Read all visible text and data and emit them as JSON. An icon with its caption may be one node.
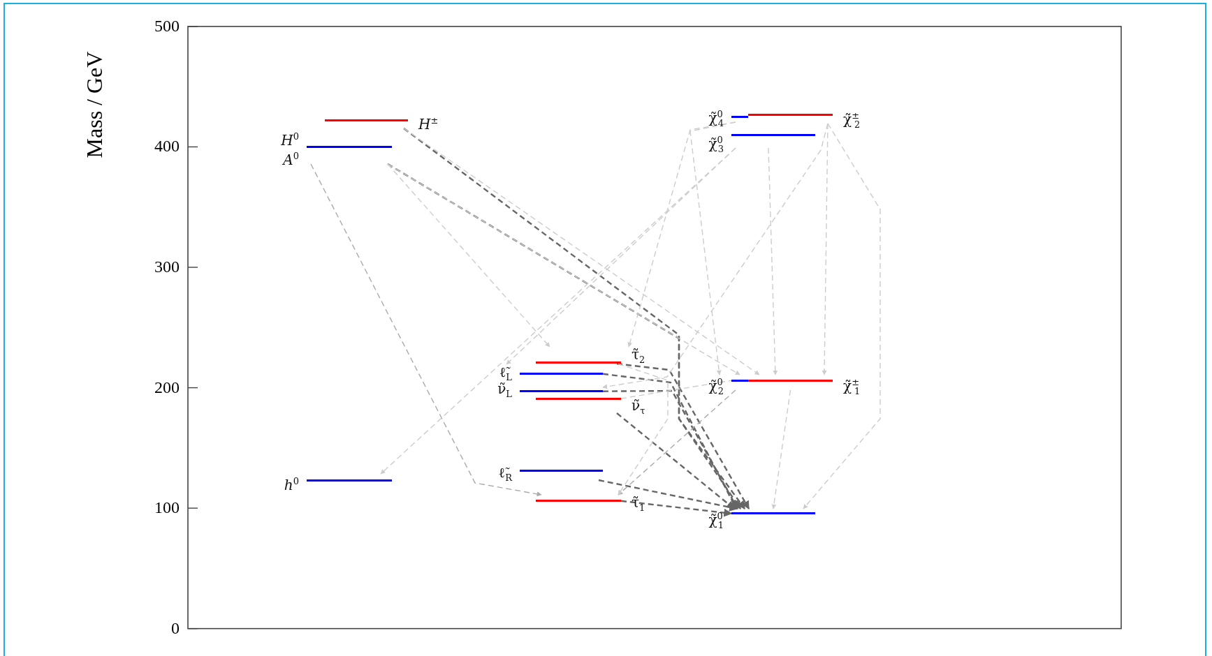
{
  "diagram": {
    "nodes": [
      {
        "text": [
          "*H*$^{±}$"
        ]
      },
      {
        "text": [
          "*H*$^{0}$",
          "*A*$^{0}$"
        ]
      },
      {
        "text": [
          "*h*$^{0}$"
        ]
      },
      {
        "text": [
          "τ̃$_{2}$"
        ]
      },
      {
        "text": [
          "ℓ̃$_{L}$"
        ]
      },
      {
        "text": [
          "ν̃$_{L}$"
        ]
      },
      {
        "text": [
          "ν̃$_{τ}$"
        ]
      },
      {
        "text": [
          "ℓ̃$_{R}$"
        ]
      },
      {
        "text": [
          "τ̃$_{1}$"
        ]
      },
      {
        "text": [
          "χ̃$^{0}$$_{4}$"
        ]
      },
      {
        "text": [
          "χ̃$^{±}$$_{2}$"
        ]
      },
      {
        "text": [
          "χ̃$^{0}$$_{3}$"
        ]
      },
      {
        "text": [
          "χ̃$^{0}$$_{2}$"
        ]
      },
      {
        "text": [
          "χ̃$^{±}$$_{1}$"
        ]
      },
      {
        "text": [
          "χ̃$^{0}$$_{1}$"
        ]
      }
    ],
    "edges": [
      {
        "from": 0,
        "to": 14,
        "arrow": "to",
        "style": "dashed",
        "color": "#666666"
      },
      {
        "from": 1,
        "to": 14,
        "arrow": "to",
        "style": "dashed",
        "color": "#666666"
      },
      {
        "from": 3,
        "to": 14,
        "arrow": "to",
        "style": "dashed",
        "color": "#666666"
      },
      {
        "from": 4,
        "to": 14,
        "arrow": "to",
        "style": "dashed",
        "color": "#666666"
      },
      {
        "from": 5,
        "to": 14,
        "arrow": "to",
        "style": "dashed",
        "color": "#666666"
      },
      {
        "from": 6,
        "to": 14,
        "arrow": "to",
        "style": "dashed",
        "color": "#666666"
      },
      {
        "from": 7,
        "to": 14,
        "arrow": "to",
        "style": "dashed",
        "color": "#666666"
      },
      {
        "from": 8,
        "to": 14,
        "arrow": "to",
        "style": "dashed",
        "color": "#666666"
      },
      {
        "from": 1,
        "to": 8,
        "arrow": "to",
        "style": "dashed",
        "color": "#aaaaaa"
      },
      {
        "from": 12,
        "to": 8,
        "arrow": "to",
        "style": "dashed",
        "color": "#aaaaaa"
      },
      {
        "from": 3,
        "to": 8,
        "arrow": "to",
        "style": "dashed",
        "color": "#cccccc"
      },
      {
        "from": 11,
        "to": 2,
        "arrow": "to",
        "style": "dashed",
        "color": "#cccccc"
      },
      {
        "from": 1,
        "to": 12,
        "arrow": "to",
        "style": "dashed",
        "color": "#cccccc"
      },
      {
        "from": 0,
        "to": 13,
        "arrow": "to",
        "style": "dashed",
        "color": "#cccccc"
      },
      {
        "from": 1,
        "to": 3,
        "arrow": "to",
        "style": "dashed",
        "color": "#cccccc"
      },
      {
        "from": 9,
        "to": 3,
        "arrow": "to",
        "style": "dashed",
        "color": "#cccccc"
      },
      {
        "from": 10,
        "to": 5,
        "arrow": "to",
        "style": "dashed",
        "color": "#cccccc"
      },
      {
        "from": 11,
        "to": 4,
        "arrow": "to",
        "style": "dashed",
        "color": "#cccccc"
      },
      {
        "from": 9,
        "to": 12,
        "arrow": "to",
        "style": "dashed",
        "color": "#cccccc"
      },
      {
        "from": 10,
        "to": 13,
        "arrow": "to",
        "style": "dashed",
        "color": "#cccccc"
      },
      {
        "from": 11,
        "to": 13,
        "arrow": "to",
        "style": "dashed",
        "color": "#cccccc"
      },
      {
        "from": 10,
        "to": 14,
        "arrow": "to",
        "style": "dashed",
        "color": "#cccccc"
      },
      {
        "from": 13,
        "to": 14,
        "arrow": "to",
        "style": "dashed",
        "color": "#cccccc"
      },
      {
        "from": 6,
        "to": 12,
        "arrow": "none",
        "style": "dashed",
        "color": "#cccccc"
      }
    ],
    "labels": [
      "Mass / GeV",
      "500",
      "400",
      "300",
      "200",
      "100",
      "0"
    ]
  }
}
